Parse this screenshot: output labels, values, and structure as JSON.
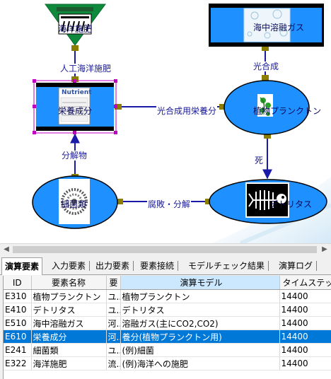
{
  "colors": {
    "node_blue": "#1e90ff",
    "edge_olive": "#8b7d00",
    "edge_blue": "#1a1aa8",
    "selection_magenta": "#c000c0",
    "triangle_green": "#0f8a3c",
    "selected_row": "#0078d7"
  },
  "diagram": {
    "nodes": {
      "marine_fertilizer": {
        "label": "海洋施肥",
        "icon": "fertilizer-icon"
      },
      "dissolved_gas": {
        "label": "海中溶融ガス",
        "icon": "bubbles-icon"
      },
      "nutrient": {
        "label": "栄養成分",
        "icon_text": "Nutrient",
        "icon": "nutrient-icon"
      },
      "phytoplankton": {
        "label": "植物プランクトン",
        "icon": "plankton-icon"
      },
      "bacteria": {
        "label": "細菌類",
        "icon": "bacteria-icon"
      },
      "detritus": {
        "label": "デトリタス",
        "icon": "fish-skeleton-icon"
      }
    },
    "edges": {
      "artificial_fertilization": "人工海洋施肥",
      "photosynthesis": "光合成",
      "photosynthetic_nutrient": "光合成用栄養分",
      "death": "死",
      "decomposition_product": "分解物",
      "decay": "腐敗・分解"
    }
  },
  "tabs": [
    {
      "label": "演算要素",
      "active": true
    },
    {
      "label": "入力要素",
      "active": false
    },
    {
      "label": "出力要素",
      "active": false
    },
    {
      "label": "要素接続",
      "active": false
    },
    {
      "label": "モデルチェック結果",
      "active": false
    },
    {
      "label": "演算ログ",
      "active": false
    }
  ],
  "table": {
    "columns": [
      "ID",
      "要素名称",
      "要",
      "演算モデル",
      "タイムステップ"
    ],
    "rows": [
      {
        "id": "E310",
        "name": "植物プランクトン",
        "type": "ユ..",
        "model": "植物プランクトン",
        "timestep": "14400",
        "selected": false
      },
      {
        "id": "E410",
        "name": "デトリタス",
        "type": "ユ..",
        "model": "デトリタス",
        "timestep": "14400",
        "selected": false
      },
      {
        "id": "E510",
        "name": "海中溶融ガス",
        "type": "河..",
        "model": "溶融ガス(主にCO2,CO2)",
        "timestep": "14400",
        "selected": false
      },
      {
        "id": "E610",
        "name": "栄養成分",
        "type": "河..",
        "model": "養分(植物プランクトン用)",
        "timestep": "14400",
        "selected": true
      },
      {
        "id": "E241",
        "name": "細菌類",
        "type": "ユ..",
        "model": "(例)細菌",
        "timestep": "14400",
        "selected": false
      },
      {
        "id": "E322",
        "name": "海洋施肥",
        "type": "流..",
        "model": "(例)海洋への施肥",
        "timestep": "14400",
        "selected": false
      }
    ]
  }
}
